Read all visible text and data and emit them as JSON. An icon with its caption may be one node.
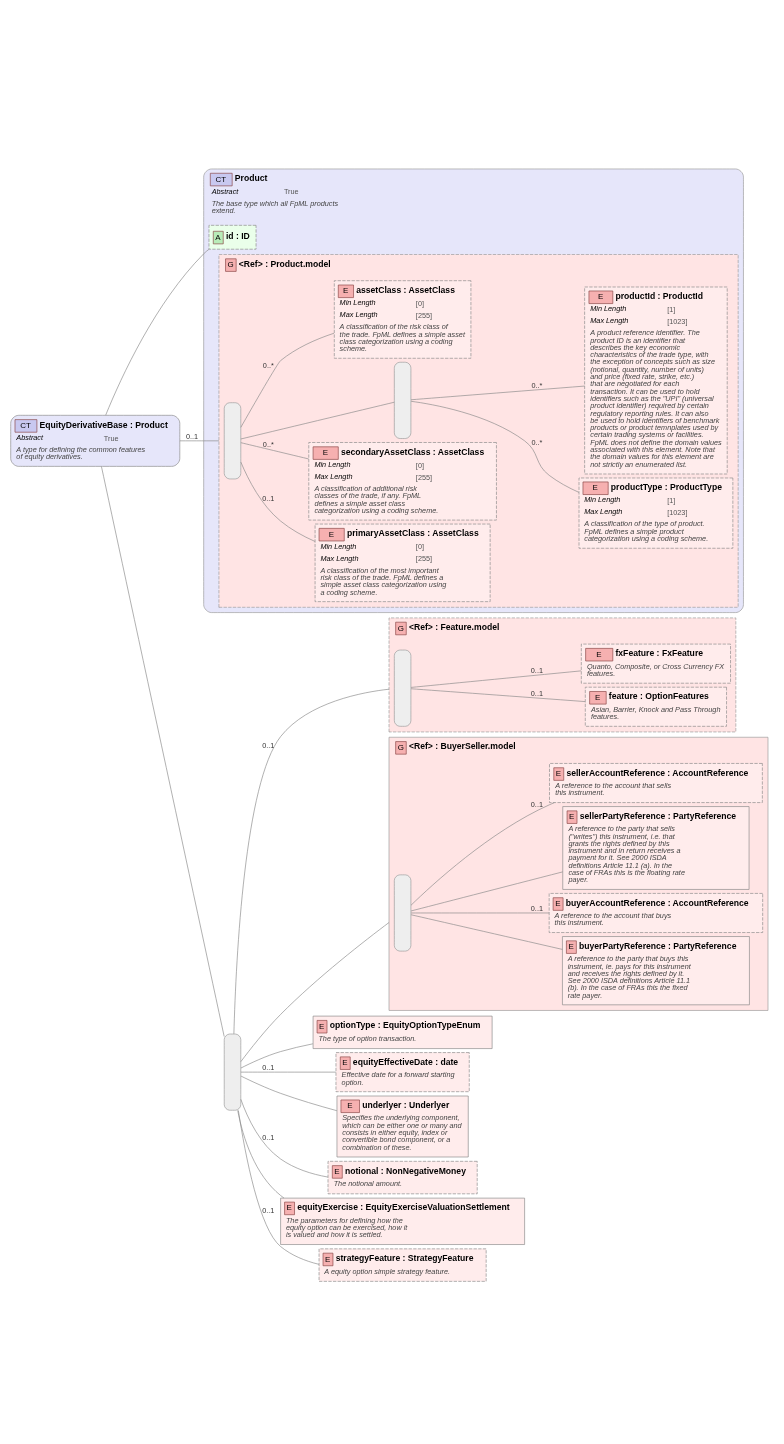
{
  "diagram": {
    "nodes": [
      {
        "text": [
          "CT",
          "EquityDerivativeBase : Product",
          "Abstract",
          "True",
          "A type for defining the common features of equity derivatives."
        ]
      },
      {
        "text": [
          "CT",
          "Product",
          "Abstract",
          "True",
          "The base type which all FpML products extend."
        ]
      },
      {
        "text": [
          "A",
          "id : ID"
        ],
        "in": 1
      },
      {
        "text": [
          "G",
          "<Ref> : Product.model"
        ],
        "in": 1
      },
      {
        "text": [],
        "shape": "bar",
        "in": 3
      },
      {
        "text": [
          "E",
          "primaryAssetClass : AssetClass",
          "Min Length",
          "[0]",
          "Max Length",
          "[255]",
          "A classification of the most important risk class of the trade. FpML defines a simple asset class categorization using a coding scheme."
        ],
        "in": 3
      },
      {
        "text": [
          "E",
          "secondaryAssetClass : AssetClass",
          "Min Length",
          "[0]",
          "Max Length",
          "[255]",
          "A classification of additional risk classes of the trade, if any. FpML defines a simple asset class categorization using a coding scheme."
        ],
        "in": 3
      },
      {
        "text": [],
        "shape": "bar",
        "in": 3
      },
      {
        "text": [
          "E",
          "productType : ProductType",
          "Min Length",
          "[1]",
          "Max Length",
          "[1023]",
          "A classification of the type of product. FpML defines a simple product categorization using a coding scheme."
        ],
        "in": 3
      },
      {
        "text": [
          "E",
          "productId : ProductId",
          "Min Length",
          "[1]",
          "Max Length",
          "[1023]",
          "A product reference identifier. The product ID is an identifier that describes the key economic characteristics of the trade type, with the exception of concepts such as size (notional, quantity, number of units) and price (fixed rate, strike, etc.) that are negotiated for each transaction. It can be used to hold identifiers such as the \"UPI\" (universal product identifier) required by certain regulatory reporting rules. It can also be used to hold identifiers of benchmark products or product temnplates used by certain trading systems or facilities. FpML does not define the domain values associated with this element. Note that the domain values for this element are not strictly an enumerated list."
        ],
        "in": 3
      },
      {
        "text": [
          "E",
          "assetClass : AssetClass",
          "Min Length",
          "[0]",
          "Max Length",
          "[255]",
          "A classification of the risk class of the trade. FpML defines a simple asset class categorization using a coding scheme."
        ],
        "in": 3
      },
      {
        "text": [],
        "shape": "bar"
      },
      {
        "text": [
          "G",
          "<Ref> : BuyerSeller.model"
        ]
      },
      {
        "text": [],
        "shape": "bar",
        "in": 12
      },
      {
        "text": [
          "E",
          "buyerPartyReference : PartyReference",
          "A reference to the party that buys this instrument, ie. pays for this instrument and receives the rights defined by it. See 2000 ISDA definitions Article 11.1 (b). In the case of FRAs this the fixed rate payer."
        ],
        "in": 12
      },
      {
        "text": [
          "E",
          "buyerAccountReference : AccountReference",
          "A reference to the account that buys this instrument."
        ],
        "in": 12
      },
      {
        "text": [
          "E",
          "sellerPartyReference : PartyReference",
          "A reference to the party that sells (\"writes\") this instrument, i.e. that grants the rights defined by this instrument and in return receives a payment for it. See 2000 ISDA definitions Article 11.1 (a). In the case of FRAs this is the floating rate payer."
        ],
        "in": 12
      },
      {
        "text": [
          "E",
          "sellerAccountReference : AccountReference",
          "A reference to the account that sells this instrument."
        ],
        "in": 12
      },
      {
        "text": [
          "E",
          "optionType : EquityOptionTypeEnum",
          "The type of option transaction."
        ]
      },
      {
        "text": [
          "E",
          "equityEffectiveDate : date",
          "Effective date for a forward starting option."
        ]
      },
      {
        "text": [
          "E",
          "underlyer : Underlyer",
          "Specifies the underlying component, which can be either one or many and consists in either equity, index or convertible bond component, or a combination of these."
        ]
      },
      {
        "text": [
          "E",
          "notional : NonNegativeMoney",
          "The notional amount."
        ]
      },
      {
        "text": [
          "E",
          "equityExercise : EquityExerciseValuationSettlement",
          "The parameters for defining how the equity option can be exercised, how it is valued and how it is settled."
        ]
      },
      {
        "text": [
          "G",
          "<Ref> : Feature.model"
        ]
      },
      {
        "text": [],
        "shape": "bar",
        "in": 23
      },
      {
        "text": [
          "E",
          "feature : OptionFeatures",
          "Asian, Barrier, Knock and Pass Through features."
        ],
        "in": 23
      },
      {
        "text": [
          "E",
          "fxFeature : FxFeature",
          "Quanto, Composite, or Cross Currency FX features."
        ],
        "in": 23
      },
      {
        "text": [
          "E",
          "strategyFeature : StrategyFeature",
          "A equity option simple strategy feature."
        ]
      }
    ],
    "edges": [
      {
        "from": 0,
        "to": 2,
        "arrow": "none"
      },
      {
        "from": 0,
        "to": 3,
        "arrow": "none",
        "label": "0..1"
      },
      {
        "from": 4,
        "to": 5,
        "arrow": "none",
        "label": "0..1"
      },
      {
        "from": 4,
        "to": 6,
        "arrow": "none",
        "label": "0..*"
      },
      {
        "from": 4,
        "to": 7,
        "arrow": "none"
      },
      {
        "from": 7,
        "to": 8,
        "arrow": "none",
        "label": "0..*"
      },
      {
        "from": 7,
        "to": 9,
        "arrow": "none",
        "label": "0..*"
      },
      {
        "from": 4,
        "to": 10,
        "arrow": "none",
        "label": "0..*"
      },
      {
        "from": 0,
        "to": 11,
        "arrow": "none"
      },
      {
        "from": 11,
        "to": 12,
        "arrow": "none"
      },
      {
        "from": 13,
        "to": 14,
        "arrow": "none"
      },
      {
        "from": 13,
        "to": 15,
        "arrow": "none",
        "label": "0..1"
      },
      {
        "from": 13,
        "to": 16,
        "arrow": "none"
      },
      {
        "from": 13,
        "to": 17,
        "arrow": "none",
        "label": "0..1"
      },
      {
        "from": 11,
        "to": 18,
        "arrow": "none"
      },
      {
        "from": 11,
        "to": 19,
        "arrow": "none",
        "label": "0..1"
      },
      {
        "from": 11,
        "to": 20,
        "arrow": "none"
      },
      {
        "from": 11,
        "to": 21,
        "arrow": "none",
        "label": "0..1"
      },
      {
        "from": 11,
        "to": 22,
        "arrow": "none"
      },
      {
        "from": 11,
        "to": 23,
        "arrow": "none",
        "label": "0..1"
      },
      {
        "from": 24,
        "to": 25,
        "arrow": "none",
        "label": "0..1"
      },
      {
        "from": 24,
        "to": 26,
        "arrow": "none",
        "label": "0..1"
      },
      {
        "from": 11,
        "to": 27,
        "arrow": "none",
        "label": "0..1"
      }
    ]
  }
}
